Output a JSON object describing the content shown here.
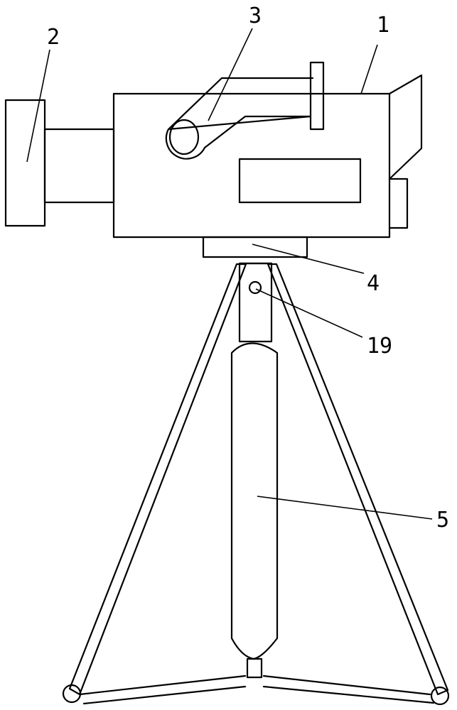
{
  "labels": {
    "camera_body": "1",
    "lens": "2",
    "handle": "3",
    "mount": "4",
    "support_column": "5",
    "pivot": "19"
  }
}
